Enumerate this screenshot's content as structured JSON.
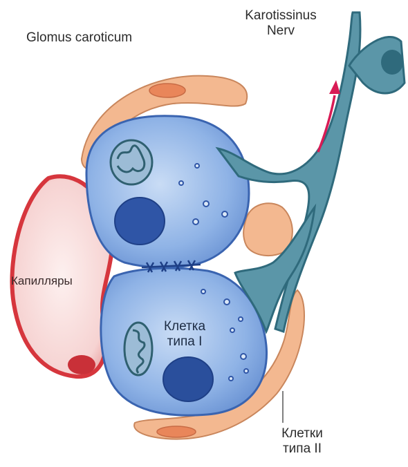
{
  "labels": {
    "title": "Glomus caroticum",
    "nerve_line1": "Karotissinus",
    "nerve_line2": "Nerv",
    "capillary": "Капилляры",
    "type1_line1": "Клетка",
    "type1_line2": "типа I",
    "type2_line1": "Клетки",
    "type2_line2": "типа II"
  },
  "colors": {
    "type1_cell": "#7da6de",
    "type1_nucleus": "#2f55a6",
    "type2_cell": "#f2b48a",
    "capillary": "#e0454a",
    "nerve": "#3f7d90",
    "arrow": "#d81b55"
  }
}
